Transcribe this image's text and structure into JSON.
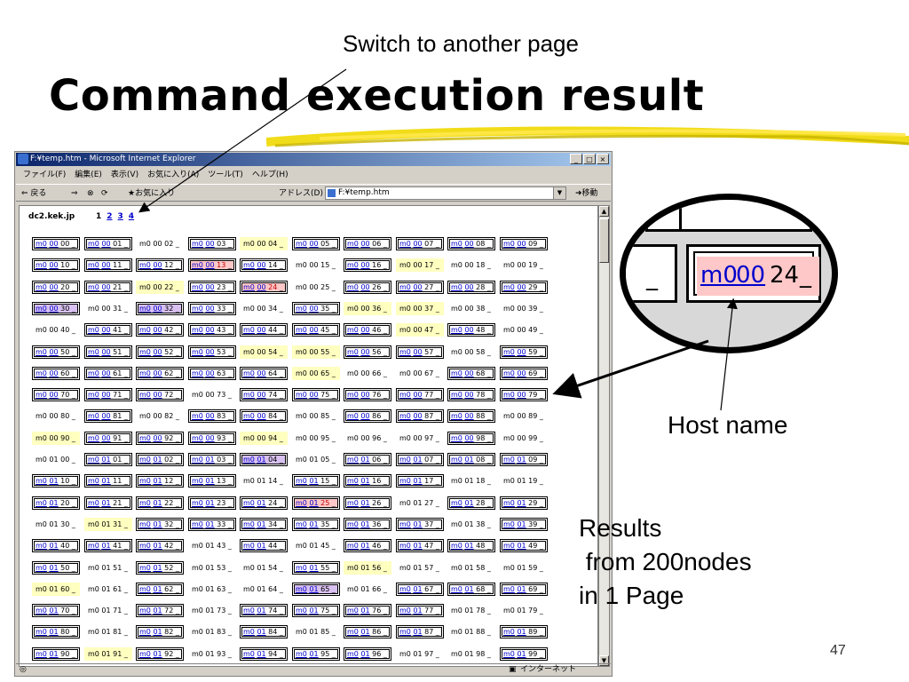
{
  "slide": {
    "title": "Command execution result",
    "callout_switch": "Switch to another page",
    "callout_host": "Host name",
    "callout_results": "Results\n from 200nodes\nin 1 Page",
    "page_number": "47"
  },
  "browser": {
    "title": "F:¥temp.htm - Microsoft Internet Explorer",
    "menu": [
      "ファイル(F)",
      "編集(E)",
      "表示(V)",
      "お気に入り(A)",
      "ツール(T)",
      "ヘルプ(H)"
    ],
    "back_label": "⇐ 戻る",
    "favorites_label": "お気に入り",
    "address_label": "アドレス(D)",
    "address_value": "F:¥temp.htm",
    "go_label": "移動",
    "status_zone": "インターネット",
    "win_buttons": [
      "_",
      "□",
      "×"
    ]
  },
  "content": {
    "host": "dc2.kek.jp",
    "pages": [
      "1",
      "2",
      "3",
      "4"
    ],
    "current_page": "1",
    "colors": {
      "link": "#0000cc",
      "plain": "#ffffff",
      "yellow": "#ffffc0",
      "pink": "#ffc8c8",
      "purple": "#d8c0f0"
    }
  },
  "zoom": {
    "part1": "m0",
    "part2": "00",
    "part3": "24",
    "tail": "_"
  },
  "icons": [
    "ie-logo-icon",
    "back-icon",
    "forward-icon",
    "stop-icon",
    "refresh-icon",
    "favorites-icon",
    "page-icon",
    "go-icon",
    "scroll-up-icon",
    "scroll-down-icon",
    "status-globe-icon"
  ]
}
